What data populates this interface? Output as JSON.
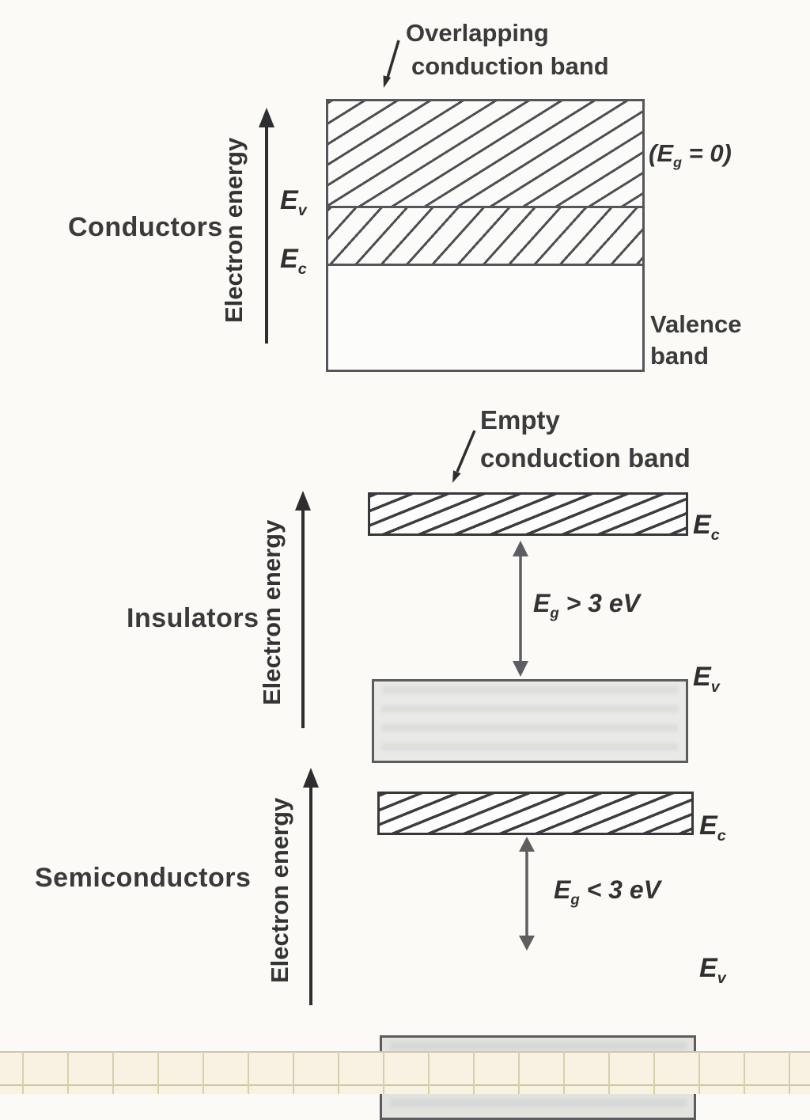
{
  "figure": {
    "conductors": {
      "label": "Conductors",
      "axis_label": "Electron energy",
      "annotation_line1": "Overlapping",
      "annotation_line2": "conduction band",
      "gap_note_prefix": "(E",
      "gap_note_sub": "g",
      "gap_note_rest": " = 0)",
      "ev_base": "E",
      "ev_sub": "v",
      "ec_base": "E",
      "ec_sub": "c",
      "valence_line1": "Valence",
      "valence_line2": "band"
    },
    "insulators": {
      "label": "Insulators",
      "axis_label": "Electron energy",
      "annotation_line1": "Empty",
      "annotation_line2": "conduction band",
      "ec_base": "E",
      "ec_sub": "c",
      "ev_base": "E",
      "ev_sub": "v",
      "gap_base": "E",
      "gap_sub": "g",
      "gap_rest": " > 3 eV"
    },
    "semiconductors": {
      "label": "Semiconductors",
      "axis_label": "Electron energy",
      "ec_base": "E",
      "ec_sub": "c",
      "ev_base": "E",
      "ev_sub": "v",
      "gap_base": "E",
      "gap_sub": "g",
      "gap_rest": " < 3 eV"
    }
  },
  "colors": {
    "hatch_line": "#4f4f53",
    "band_border": "#55555a",
    "valence_fill": "#e9e9e6",
    "grid_background": "#f7f2e1",
    "grid_line": "#d8cfab",
    "text": "#37373a"
  }
}
